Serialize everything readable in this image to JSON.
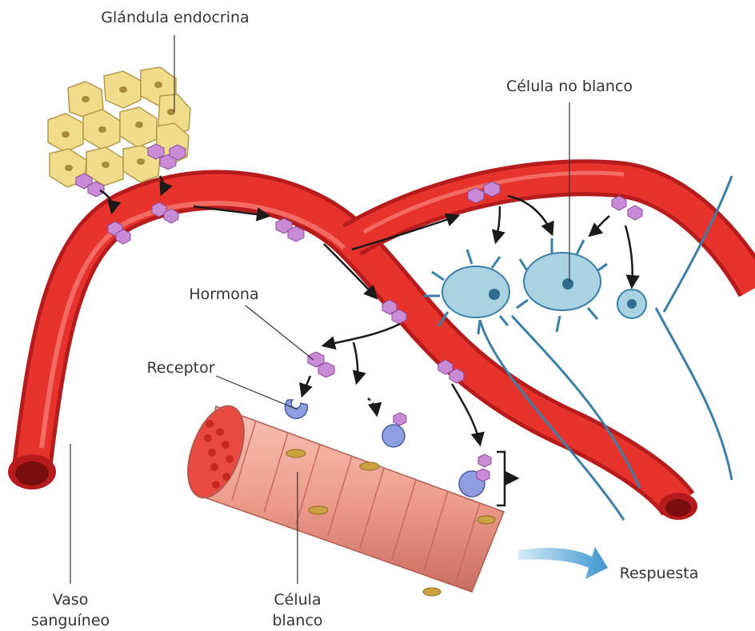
{
  "labels": {
    "glandula": "Glándula endocrina",
    "no_blanco": "Célula no blanco",
    "hormona": "Hormona",
    "receptor": "Receptor",
    "vaso_l1": "Vaso",
    "vaso_l2": "sanguíneo",
    "celula_l1": "Célula",
    "celula_l2": "blanco",
    "respuesta": "Respuesta"
  },
  "colors": {
    "vessel": "#e8322c",
    "gland": "#f0dc8a",
    "hormone": "#c98ad6",
    "neuron": "#8cc4da",
    "muscle": "#f2a89a",
    "receptor": "#8e9ee0",
    "response_arrow": "#5aa8d6"
  }
}
